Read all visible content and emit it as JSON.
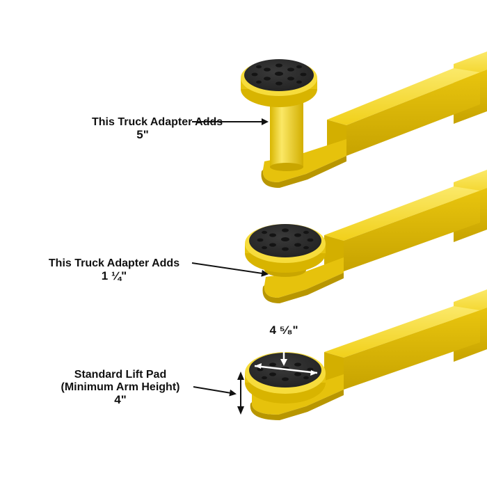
{
  "colors": {
    "arm_yellow": "#f2d21c",
    "arm_shadow": "#c9a800",
    "arm_highlight": "#fbea6e",
    "pad_rubber": "#2c2c2c",
    "pad_dot": "#1a1a1a",
    "arrow": "#111111",
    "background": "#ffffff"
  },
  "callouts": [
    {
      "line1": "This Truck Adapter Adds",
      "line2": "5\""
    },
    {
      "line1": "This Truck Adapter Adds",
      "line2": "1 ¼\""
    },
    {
      "line1": "Standard Lift Pad",
      "line2": "(Minimum Arm Height)",
      "line3": "4\""
    }
  ],
  "pad_diameter": "4 ⁵⁄₈\""
}
